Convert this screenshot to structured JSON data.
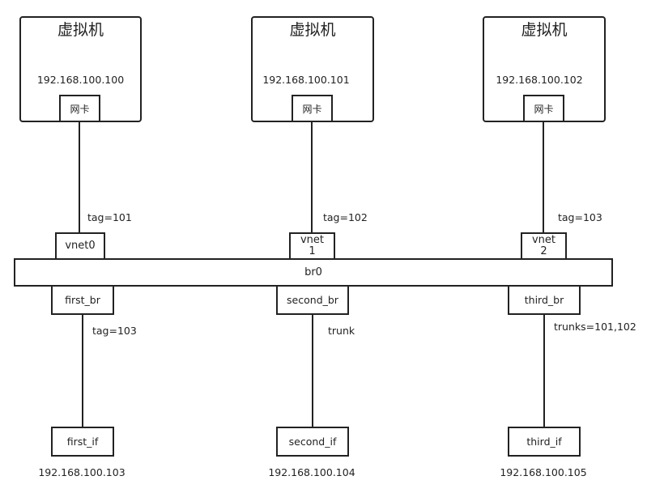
{
  "vms": [
    {
      "title": "虚拟机",
      "ip": "192.168.100.100",
      "nic": "网卡",
      "tag": "tag=101",
      "port": "vnet0"
    },
    {
      "title": "虚拟机",
      "ip": "192.168.100.101",
      "nic": "网卡",
      "tag": "tag=102",
      "port": "vnet\n1"
    },
    {
      "title": "虚拟机",
      "ip": "192.168.100.102",
      "nic": "网卡",
      "tag": "tag=103",
      "port": "vnet\n2"
    }
  ],
  "bridge": {
    "label": "br0"
  },
  "ports": [
    {
      "label": "first_br",
      "link": "tag=103",
      "iface": "first_if",
      "ip": "192.168.100.103"
    },
    {
      "label": "second_br",
      "link": "trunk",
      "iface": "second_if",
      "ip": "192.168.100.104"
    },
    {
      "label": "third_br",
      "link": "trunks=101,102",
      "iface": "third_if",
      "ip": "192.168.100.105"
    }
  ]
}
